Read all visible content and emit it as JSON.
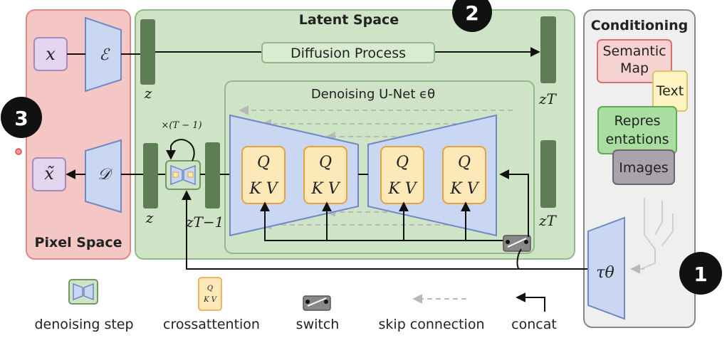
{
  "regions": {
    "pixel_space": "Pixel Space",
    "latent_space": "Latent Space",
    "conditioning": "Conditioning",
    "unet": "Denoising U-Net ϵθ"
  },
  "process": {
    "diffusion": "Diffusion Process"
  },
  "symbols": {
    "x": "x",
    "x_tilde": "x̃",
    "encoder": "ℰ",
    "decoder": "𝒟",
    "z_top": "z",
    "z_bottom": "z",
    "z_t_top": "zT",
    "z_t_bottom": "zT",
    "z_t_minus_1": "zT−1",
    "repeat": "×(T − 1)",
    "tau": "τθ",
    "q": "Q",
    "kv": "K V"
  },
  "conditioning_items": {
    "semantic_map_1": "Semantic",
    "semantic_map_2": "Map",
    "text": "Text",
    "representations_1": "Repres",
    "representations_2": "entations",
    "images": "Images"
  },
  "legend": {
    "denoising_step": "denoising step",
    "crossattention": "crossattention",
    "switch": "switch",
    "skip_connection": "skip connection",
    "concat": "concat"
  },
  "badges": {
    "one": "1",
    "two": "2",
    "three": "3"
  },
  "colors": {
    "pixel_fill": "#f4c6c4",
    "pixel_stroke": "#d98a88",
    "latent_fill": "#cfe3c6",
    "latent_stroke": "#93b98b",
    "cond_fill": "#efefef",
    "cond_stroke": "#888888",
    "bar": "#5e7d55",
    "trap_fill": "#c9d7f2",
    "trap_stroke": "#6f88c6",
    "attn_fill": "#fde8b8",
    "attn_stroke": "#e6a23c",
    "x_fill": "#e3d5ef",
    "x_stroke": "#a58bbd",
    "semantic_fill": "#f6d3d1",
    "semantic_stroke": "#d8706b",
    "text_fill": "#fdf4c2",
    "text_stroke": "#d9c56b",
    "repr_fill": "#a8dfa0",
    "repr_stroke": "#5db04f",
    "images_fill": "#a9a3ae",
    "images_stroke": "#6d6572",
    "badge": "#111111"
  }
}
